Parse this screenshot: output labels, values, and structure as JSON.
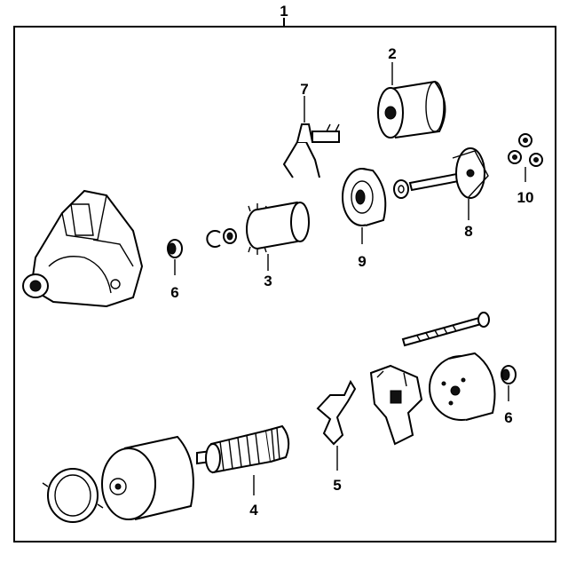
{
  "diagram": {
    "callouts": {
      "c1": "1",
      "c2": "2",
      "c3": "3",
      "c4": "4",
      "c5": "5",
      "c6a": "6",
      "c6b": "6",
      "c7": "7",
      "c8": "8",
      "c9": "9",
      "c10": "10"
    },
    "parts": [
      {
        "callout": "1",
        "icon": "starter-assembly-frame"
      },
      {
        "callout": "2",
        "icon": "solenoid-icon"
      },
      {
        "callout": "3",
        "icon": "drive-pinion-icon"
      },
      {
        "callout": "4",
        "icon": "armature-icon"
      },
      {
        "callout": "5",
        "icon": "brush-spring-icon"
      },
      {
        "callout": "6",
        "icon": "bushing-icon"
      },
      {
        "callout": "7",
        "icon": "shift-fork-icon"
      },
      {
        "callout": "8",
        "icon": "planetary-shaft-icon"
      },
      {
        "callout": "9",
        "icon": "clutch-gear-icon"
      },
      {
        "callout": "10",
        "icon": "planet-gears-icon"
      }
    ]
  }
}
